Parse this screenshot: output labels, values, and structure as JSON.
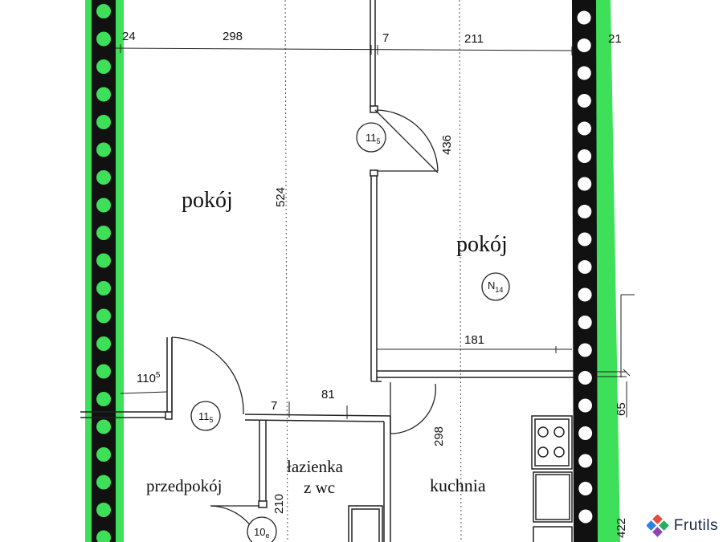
{
  "rooms": {
    "pokoj_left": "pokój",
    "pokoj_right": "pokój",
    "przedpokoj": "przedpokój",
    "lazienka_line1": "łazienka",
    "lazienka_line2": "z wc",
    "kuchnia": "kuchnia"
  },
  "dimensions": {
    "top_a": "24",
    "top_b": "298",
    "top_c": "7",
    "top_d": "211",
    "top_e": "21",
    "v_524": "524",
    "v_436": "436",
    "h_181": "181",
    "h_110": "110",
    "h_110_sup": "5",
    "h_7": "7",
    "h_81": "81",
    "v_298": "298",
    "v_210": "210",
    "v_65": "65",
    "v_422": "422"
  },
  "tags": {
    "door_upper_main": "11",
    "door_upper_sub": "5",
    "door_mid_main": "11",
    "door_mid_sub": "5",
    "door_bottom_main": "10",
    "door_bottom_sub": "e",
    "unit_main": "N",
    "unit_sub": "14"
  },
  "brand": {
    "name": "Frutils",
    "logo_colors": [
      "#e84c3d",
      "#2f80ed",
      "#27ae60",
      "#8e44ad"
    ]
  },
  "colors": {
    "wall_highlight": "#3ee05a",
    "wall": "#111111",
    "line": "#222222"
  }
}
